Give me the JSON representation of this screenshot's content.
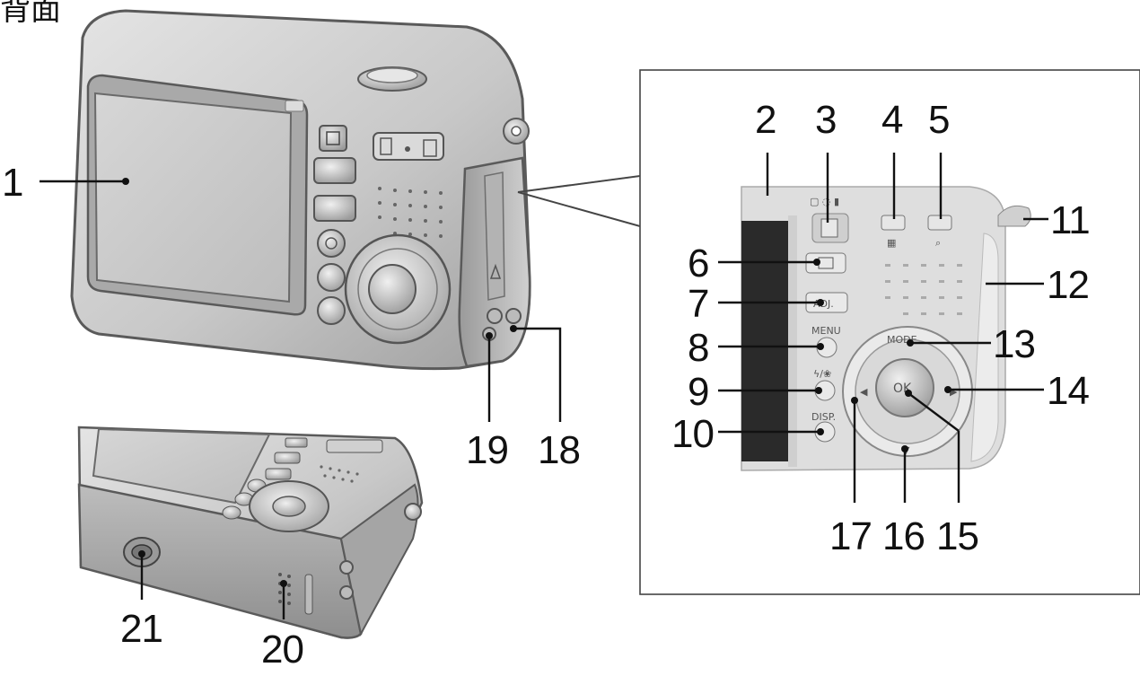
{
  "title": "背面",
  "callouts": [
    {
      "label": "1"
    },
    {
      "label": "2"
    },
    {
      "label": "3"
    },
    {
      "label": "4"
    },
    {
      "label": "5"
    },
    {
      "label": "6"
    },
    {
      "label": "7"
    },
    {
      "label": "8"
    },
    {
      "label": "9"
    },
    {
      "label": "10"
    },
    {
      "label": "11"
    },
    {
      "label": "12"
    },
    {
      "label": "13"
    },
    {
      "label": "14"
    },
    {
      "label": "15"
    },
    {
      "label": "16"
    },
    {
      "label": "17"
    },
    {
      "label": "18"
    },
    {
      "label": "19"
    },
    {
      "label": "20"
    },
    {
      "label": "21"
    }
  ],
  "button_marks": {
    "menu": "MENU",
    "adj": "ADJ.",
    "disp": "DISP.",
    "ok": "OK",
    "mode": "MODE"
  }
}
